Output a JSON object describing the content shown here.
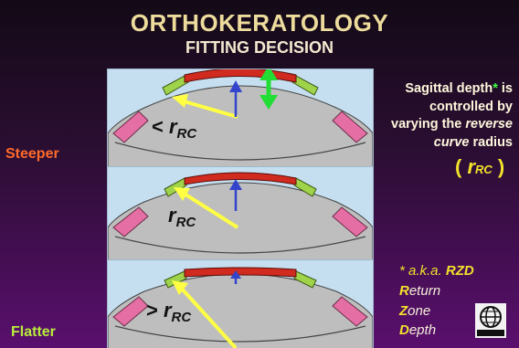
{
  "title": "ORTHOKERATOLOGY",
  "subtitle": "FITTING DECISION",
  "panels": [
    {
      "prefix": "< ",
      "r": "r",
      "sub": "RC"
    },
    {
      "prefix": "",
      "r": "r",
      "sub": "RC"
    },
    {
      "prefix": "> ",
      "r": "r",
      "sub": "RC"
    }
  ],
  "side_labels": {
    "steeper": "Steeper",
    "flatter": "Flatter"
  },
  "note": {
    "line1a": "Sagittal depth",
    "star": "*",
    "line1b": " is",
    "line2": "controlled by",
    "line3a": "varying the ",
    "line3b": "reverse",
    "line4a": "curve",
    "line4b": " radius"
  },
  "rrc": {
    "open": "( ",
    "r": "r",
    "sub": "RC",
    "close": ")"
  },
  "aka": {
    "prefix": "* a.k.a. ",
    "abbr": "RZD",
    "w1_cap": "R",
    "w1_rest": "eturn",
    "w2_cap": "Z",
    "w2_rest": "one",
    "w3_cap": "D",
    "w3_rest": "epth"
  },
  "colors": {
    "lens": "#d12a1f",
    "reverse_zone": "#9fd44a",
    "edge": "#e56fa5",
    "arrow_yellow": "#ffff44",
    "arrow_blue": "#3344cc",
    "arrow_green": "#22dd33"
  }
}
